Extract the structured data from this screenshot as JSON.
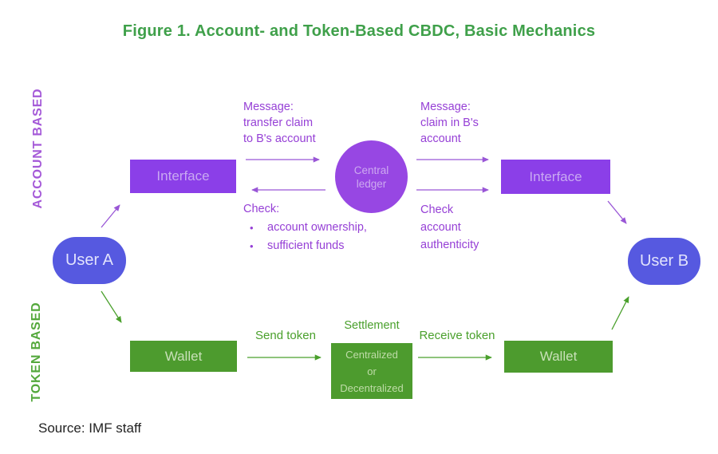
{
  "figure": {
    "title": "Figure 1. Account- and Token-Based CBDC, Basic Mechanics",
    "source": "Source: IMF staff"
  },
  "sections": {
    "account_based": "ACCOUNT BASED",
    "token_based": "TOKEN BASED"
  },
  "nodes": {
    "user_a": "User A",
    "user_b": "User B",
    "interface_left": "Interface",
    "interface_right": "Interface",
    "central_ledger": "Central ledger",
    "wallet_left": "Wallet",
    "wallet_right": "Wallet",
    "settlement": {
      "label": "Settlement",
      "line1": "Centralized",
      "line2": "or",
      "line3": "Decentralized"
    }
  },
  "annotations": {
    "message_transfer": {
      "line1": "Message:",
      "line2": "transfer claim",
      "line3": "to B's account"
    },
    "check_left": {
      "heading": "Check:",
      "bullet_glyph": "•",
      "bullet1": "account ownership,",
      "bullet2": "sufficient funds"
    },
    "message_claim": {
      "line1": "Message:",
      "line2": "claim in B's",
      "line3": "account"
    },
    "check_right": {
      "line1": "Check",
      "line2": "account",
      "line3": "authenticity"
    },
    "send_token": "Send token",
    "receive_token": "Receive token"
  },
  "colors": {
    "title_green": "#3FA04A",
    "green_box": "#4D9B2E",
    "green_text": "#4AA02C",
    "purple_box": "#8B3FE8",
    "purple_circle": "#9747E3",
    "purple_text": "#9640D6",
    "blue_pill": "#5659E0"
  }
}
